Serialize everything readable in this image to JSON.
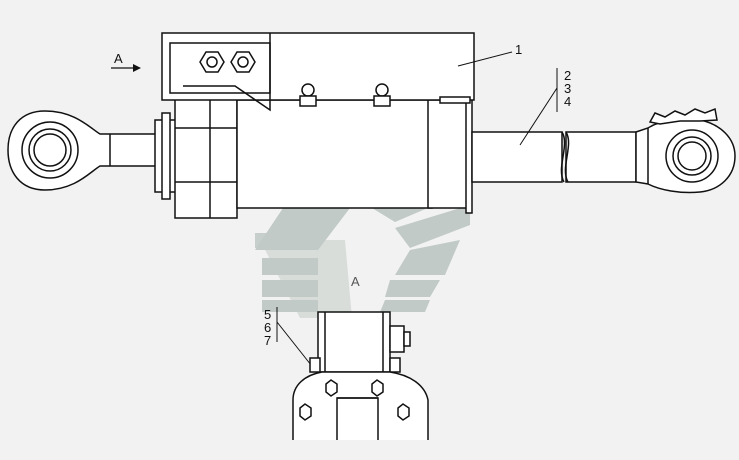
{
  "view_arrow": {
    "label": "A"
  },
  "callouts": {
    "main": "1",
    "group_right": [
      "2",
      "3",
      "4"
    ],
    "group_view": [
      "5",
      "6",
      "7"
    ]
  },
  "view_label": "A",
  "colors": {
    "background": "#f2f2f2",
    "line": "#111111",
    "part_fill": "#ffffff",
    "watermark": "#b9c4c0"
  }
}
